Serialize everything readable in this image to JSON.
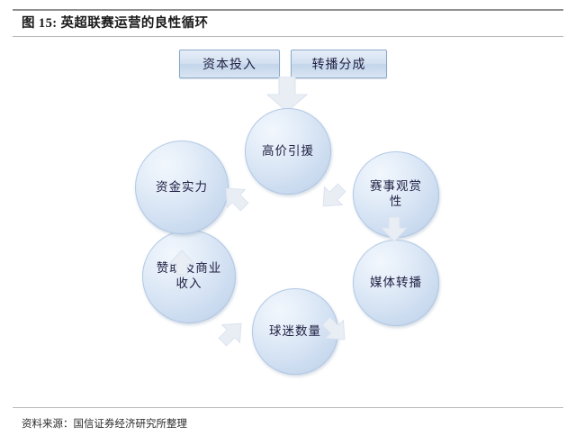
{
  "figure": {
    "title": "图 15: 英超联赛运营的良性循环",
    "source": "资料来源：国信证券经济研究所整理"
  },
  "diagram": {
    "type": "cycle",
    "inputs": [
      {
        "id": "capital",
        "label": "资本投入"
      },
      {
        "id": "broadcast",
        "label": "转播分成"
      }
    ],
    "nodes": [
      {
        "id": "signing",
        "label": "高价引援"
      },
      {
        "id": "watchable",
        "label": "赛事观赏性"
      },
      {
        "id": "media",
        "label": "媒体转播"
      },
      {
        "id": "fans",
        "label": "球迷数量"
      },
      {
        "id": "sponsor",
        "label": "赞助及商业收入"
      },
      {
        "id": "funds",
        "label": "资金实力"
      }
    ],
    "connectors": [
      {
        "id": "intake",
        "from": "inputs",
        "to": "signing",
        "icon": "arrow-down-icon"
      },
      {
        "id": "a1",
        "from": "signing",
        "to": "watchable",
        "icon": "arrow-down-right-icon"
      },
      {
        "id": "a2",
        "from": "watchable",
        "to": "media",
        "icon": "arrow-down-icon"
      },
      {
        "id": "a3",
        "from": "media",
        "to": "fans",
        "icon": "arrow-down-left-icon"
      },
      {
        "id": "a4",
        "from": "fans",
        "to": "sponsor",
        "icon": "arrow-up-left-icon"
      },
      {
        "id": "a5",
        "from": "sponsor",
        "to": "funds",
        "icon": "arrow-up-icon"
      },
      {
        "id": "a6",
        "from": "funds",
        "to": "signing",
        "icon": "arrow-up-right-icon"
      }
    ],
    "colors": {
      "node_fill_light": "#f2f7fd",
      "node_fill_dark": "#bcd0ea",
      "box_border": "#8aa9c9",
      "text": "#1f1f42",
      "arrow_fill": "#e9eef5",
      "rule": "#b9b9b9"
    }
  }
}
